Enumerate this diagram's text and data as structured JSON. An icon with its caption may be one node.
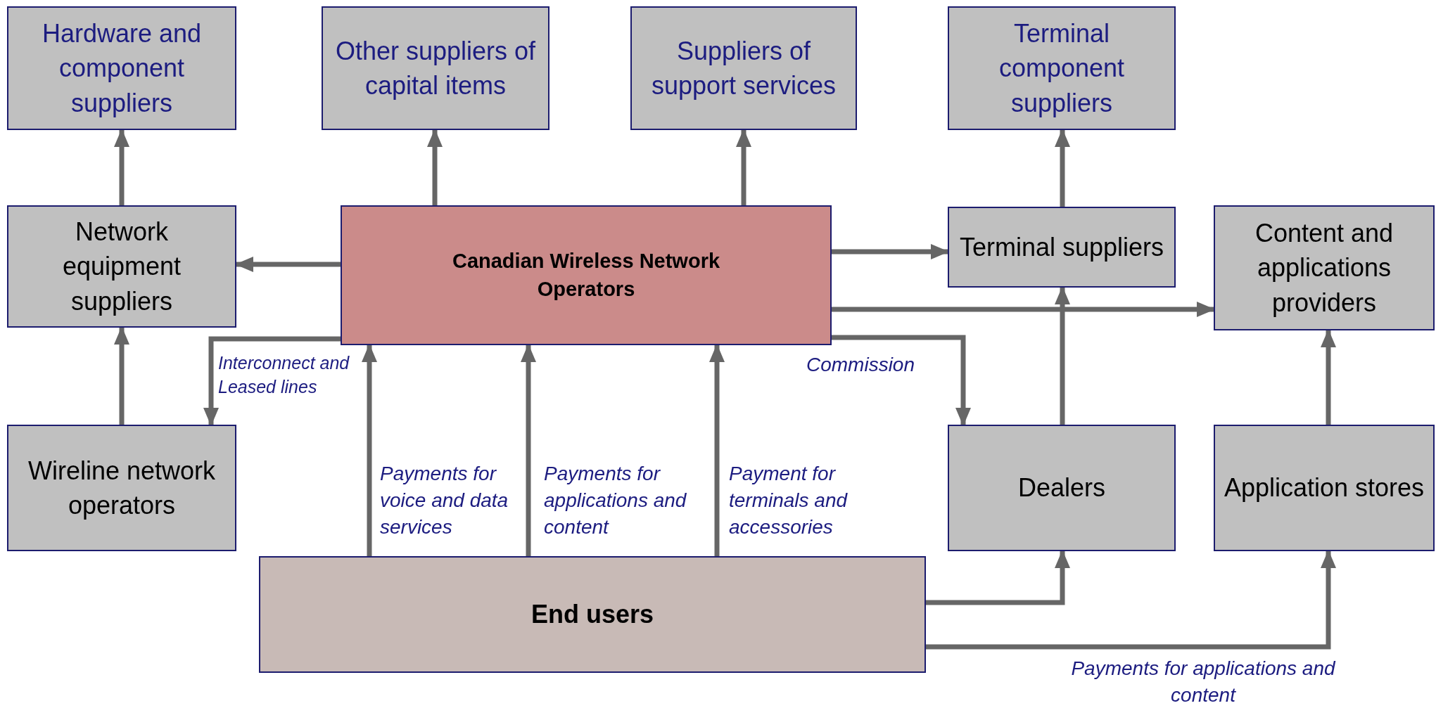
{
  "diagram": {
    "nodes": [
      {
        "text": [
          "Hardware and component suppliers"
        ]
      },
      {
        "text": [
          "Other suppliers of capital items"
        ]
      },
      {
        "text": [
          "Suppliers of support services"
        ]
      },
      {
        "text": [
          "Terminal component suppliers"
        ]
      },
      {
        "text": [
          "Network equipment suppliers"
        ]
      },
      {
        "text": [
          "Canadian Wireless Network Operators"
        ]
      },
      {
        "text": [
          "Terminal suppliers"
        ]
      },
      {
        "text": [
          "Content and applications providers"
        ]
      },
      {
        "text": [
          "Wireline network operators"
        ]
      },
      {
        "text": [
          "Dealers"
        ]
      },
      {
        "text": [
          "Application stores"
        ]
      },
      {
        "text": [
          "End users"
        ]
      }
    ],
    "edges": [
      {
        "from": 4,
        "to": 0,
        "arrow": "to"
      },
      {
        "from": 5,
        "to": 1,
        "arrow": "to"
      },
      {
        "from": 5,
        "to": 2,
        "arrow": "to"
      },
      {
        "from": 6,
        "to": 3,
        "arrow": "to"
      },
      {
        "from": 5,
        "to": 4,
        "arrow": "to"
      },
      {
        "from": 5,
        "to": 6,
        "arrow": "to"
      },
      {
        "from": 5,
        "to": 7,
        "arrow": "to"
      },
      {
        "from": 8,
        "to": 4,
        "arrow": "to"
      },
      {
        "from": 5,
        "to": 8,
        "arrow": "to",
        "label": "Interconnect and Leased lines"
      },
      {
        "from": 5,
        "to": 9,
        "arrow": "to",
        "label": "Commission"
      },
      {
        "from": 9,
        "to": 6,
        "arrow": "to"
      },
      {
        "from": 10,
        "to": 7,
        "arrow": "to"
      },
      {
        "from": 11,
        "to": 5,
        "arrow": "to",
        "label": "Payments for voice and data services"
      },
      {
        "from": 11,
        "to": 5,
        "arrow": "to",
        "label": "Payments for applications and content"
      },
      {
        "from": 11,
        "to": 5,
        "arrow": "to",
        "label": "Payment for terminals and accessories"
      },
      {
        "from": 11,
        "to": 9,
        "arrow": "to"
      },
      {
        "from": 11,
        "to": 10,
        "arrow": "to",
        "label": "Payments for applications and content"
      }
    ]
  }
}
